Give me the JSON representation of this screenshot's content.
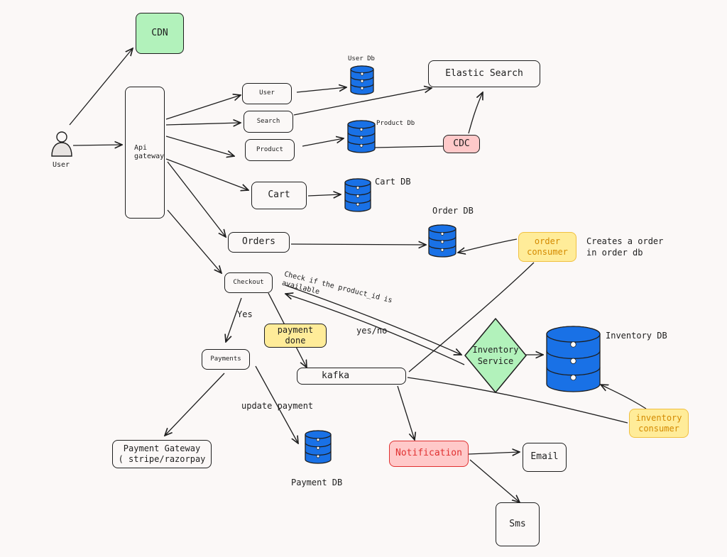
{
  "nodes": {
    "cdn": "CDN",
    "user": "User",
    "api_gateway": "Api\ngateway",
    "user_service": "User",
    "search": "Search",
    "product": "Product",
    "cart": "Cart",
    "orders": "Orders",
    "checkout": "Checkout",
    "payments": "Payments",
    "payment_gateway": "Payment Gateway\n( stripe/razorpay",
    "kafka": "kafka",
    "payment_done": "payment\ndone",
    "notification": "Notification",
    "email": "Email",
    "sms": "Sms",
    "elastic_search": "Elastic Search",
    "cdc": "CDC",
    "inventory_service": "Inventory\nService",
    "order_consumer": "order\nconsumer",
    "inventory_consumer": "inventory\nconsumer"
  },
  "databases": {
    "user_db": "User Db",
    "product_db": "Product Db",
    "cart_db": "Cart DB",
    "order_db": "Order DB",
    "inventory_db": "Inventory DB",
    "payment_db": "Payment DB"
  },
  "annotations": {
    "creates_order": "Creates a order\nin order db",
    "check_product": "Check if the product_id is\navailable",
    "yes_no": "yes/no",
    "yes": "Yes",
    "update_payment": "update payment"
  },
  "colors": {
    "stroke": "#1e1e1e",
    "green": "#b2f2bb",
    "yellow": "#ffec99",
    "red": "#ffc9c9",
    "db_blue": "#1971e6"
  }
}
